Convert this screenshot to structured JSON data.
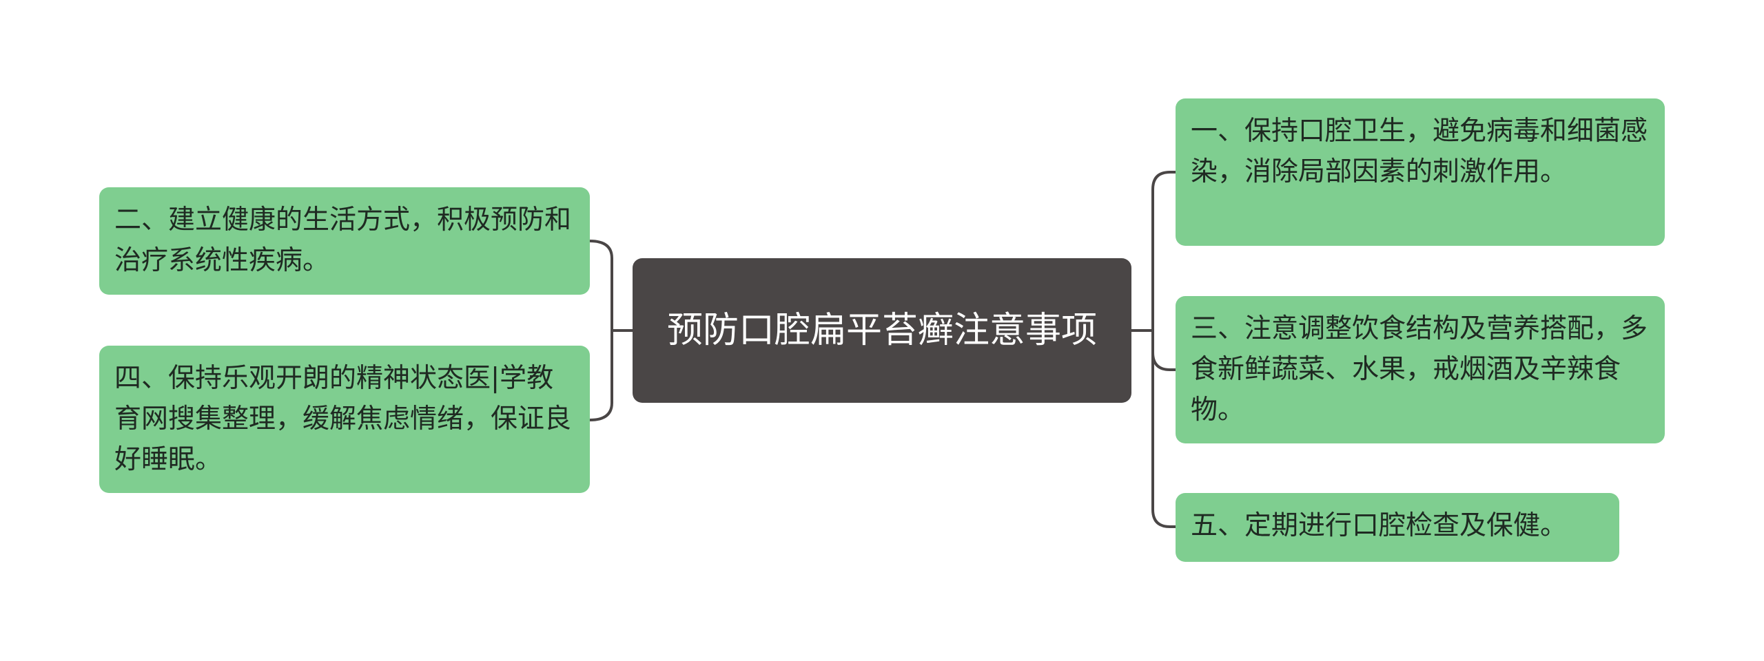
{
  "colors": {
    "root_fill": "#4a4646",
    "branch_fill": "#7fce90",
    "connector": "#4a4646"
  },
  "root": {
    "label": "预防口腔扁平苔癣注意事项"
  },
  "branches": {
    "b1": "一、保持口腔卫生，避免病毒和细菌感染，消除局部因素的刺激作用。",
    "b2": "二、建立健康的生活方式，积极预防和治疗系统性疾病。",
    "b3": "三、注意调整饮食结构及营养搭配，多食新鲜蔬菜、水果，戒烟酒及辛辣食物。",
    "b4": "四、保持乐观开朗的精神状态医|学教育网搜集整理，缓解焦虑情绪，保证良好睡眠。",
    "b5": "五、定期进行口腔检查及保健。"
  }
}
